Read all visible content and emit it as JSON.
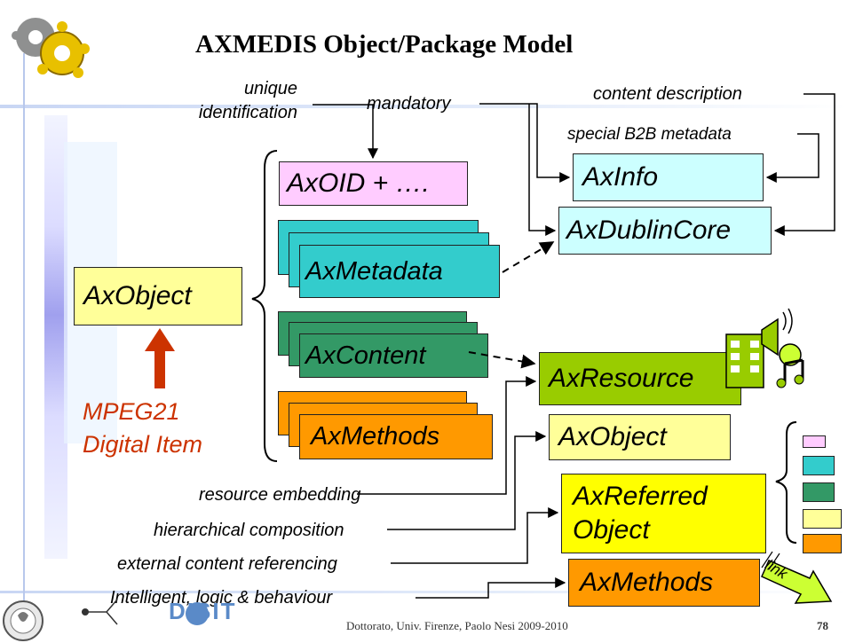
{
  "slide": {
    "title": "AXMEDIS Object/Package Model",
    "footer_text": "Dottorato, Univ. Firenze, Paolo Nesi 2009-2010",
    "page_number": "78",
    "dist_logo_text": "DISIT"
  },
  "left": {
    "axobject_label": "AxObject",
    "mpeg21_label": "MPEG21\nDigital Item"
  },
  "components": {
    "axoid": "AxOID + ….",
    "axmetadata": "AxMetadata",
    "axcontent": "AxContent",
    "axmethods": "AxMethods"
  },
  "right_boxes": {
    "axinfo": "AxInfo",
    "axdublincore": "AxDublinCore",
    "axresource": "AxResource",
    "axobject": "AxObject",
    "axreferred": "AxReferred\nObject",
    "axmethods": "AxMethods"
  },
  "annotations": {
    "unique_identification": "unique\nidentification",
    "mandatory": "mandatory",
    "content_description": "content description",
    "special_b2b": "special B2B metadata",
    "resource_embedding": "resource embedding",
    "hierarchical_composition": "hierarchical composition",
    "external_referencing": "external content referencing",
    "intelligent_logic": "Intelligent, logic & behaviour",
    "link": "link"
  },
  "colors": {
    "pink": "#ffccff",
    "cyan": "#33cccc",
    "green": "#339966",
    "orange": "#ff9900",
    "light_cyan": "#ccffff",
    "lime": "#99cc00",
    "light_yellow": "#ffff99",
    "yellow": "#ffff00",
    "mpeg_red": "#cc3300",
    "link_green": "#ccff33"
  }
}
